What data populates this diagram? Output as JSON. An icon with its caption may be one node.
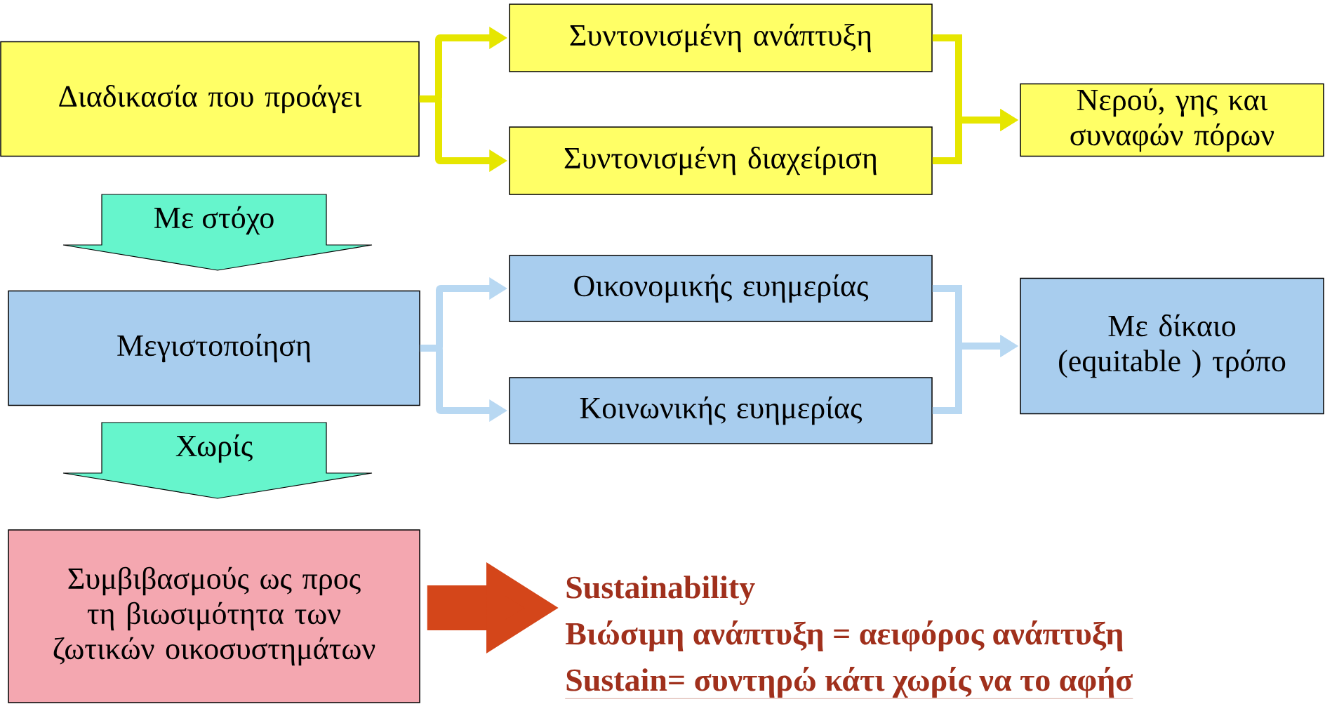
{
  "diagram": {
    "nodes": [
      {
        "text": [
          "Διαδικασία που προάγει"
        ]
      },
      {
        "text": [
          "Συντονισμένη ανάπτυξη"
        ]
      },
      {
        "text": [
          "Συντονισμένη διαχείριση"
        ]
      },
      {
        "text": [
          "Νερού, γης και συναφών πόρων"
        ]
      },
      {
        "text": [
          "Με στόχο"
        ]
      },
      {
        "text": [
          "Μεγιστοποίηση"
        ]
      },
      {
        "text": [
          "Οικονομικής ευημερίας"
        ]
      },
      {
        "text": [
          "Κοινωνικής ευημερίας"
        ]
      },
      {
        "text": [
          "Με δίκαιο (equitable ) τρόπο"
        ]
      },
      {
        "text": [
          "Χωρίς"
        ]
      },
      {
        "text": [
          "Συμβιβασμούς ως προς τη βιωσιμότητα των ζωτικών οικοσυστημάτων"
        ]
      },
      {
        "text": [
          "Sustainability",
          "Βιώσιμη ανάπτυξη = αειφόρος ανάπτυξη",
          "Sustain= συντηρώ κάτι χωρίς να το αφήσ"
        ]
      }
    ],
    "edges": [
      {
        "from": 0,
        "to": 1,
        "arrow": "to",
        "color": "#e6e600"
      },
      {
        "from": 0,
        "to": 2,
        "arrow": "to",
        "color": "#e6e600"
      },
      {
        "from": 1,
        "to": 3,
        "arrow": "to",
        "color": "#e6e600"
      },
      {
        "from": 2,
        "to": 3,
        "arrow": "to",
        "color": "#e6e600"
      },
      {
        "from": 5,
        "to": 6,
        "arrow": "to",
        "color": "#b8d8f2"
      },
      {
        "from": 5,
        "to": 7,
        "arrow": "to",
        "color": "#b8d8f2"
      },
      {
        "from": 6,
        "to": 8,
        "arrow": "to",
        "color": "#b8d8f2"
      },
      {
        "from": 7,
        "to": 8,
        "arrow": "to",
        "color": "#b8d8f2"
      },
      {
        "from": 10,
        "to": 11,
        "arrow": "to",
        "style": "thick",
        "color": "#d4461a"
      }
    ]
  }
}
